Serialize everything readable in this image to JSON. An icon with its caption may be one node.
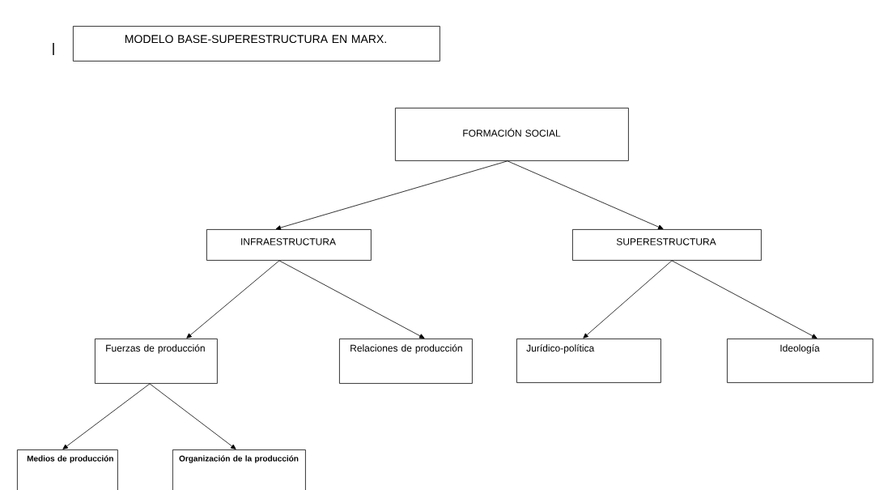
{
  "diagram": {
    "nodes": [
      {
        "text": [
          "MODELO BASE-SUPERESTRUCTURA EN MARX."
        ]
      },
      {
        "text": [
          "FORMACIÓN SOCIAL"
        ]
      },
      {
        "text": [
          "INFRAESTRUCTURA"
        ]
      },
      {
        "text": [
          "SUPERESTRUCTURA"
        ]
      },
      {
        "text": [
          "Fuerzas de producción"
        ]
      },
      {
        "text": [
          "Relaciones de producción"
        ]
      },
      {
        "text": [
          "Jurídico-política"
        ]
      },
      {
        "text": [
          "Ideología"
        ]
      },
      {
        "text": [
          "Medios de producción"
        ]
      },
      {
        "text": [
          "Organización de la producción"
        ]
      }
    ],
    "edges": [
      {
        "from": 1,
        "to": 2,
        "arrow": "to"
      },
      {
        "from": 1,
        "to": 3,
        "arrow": "to"
      },
      {
        "from": 2,
        "to": 4,
        "arrow": "to"
      },
      {
        "from": 2,
        "to": 5,
        "arrow": "to"
      },
      {
        "from": 3,
        "to": 6,
        "arrow": "to"
      },
      {
        "from": 3,
        "to": 7,
        "arrow": "to"
      },
      {
        "from": 4,
        "to": 8,
        "arrow": "to"
      },
      {
        "from": 4,
        "to": 9,
        "arrow": "to"
      }
    ]
  }
}
